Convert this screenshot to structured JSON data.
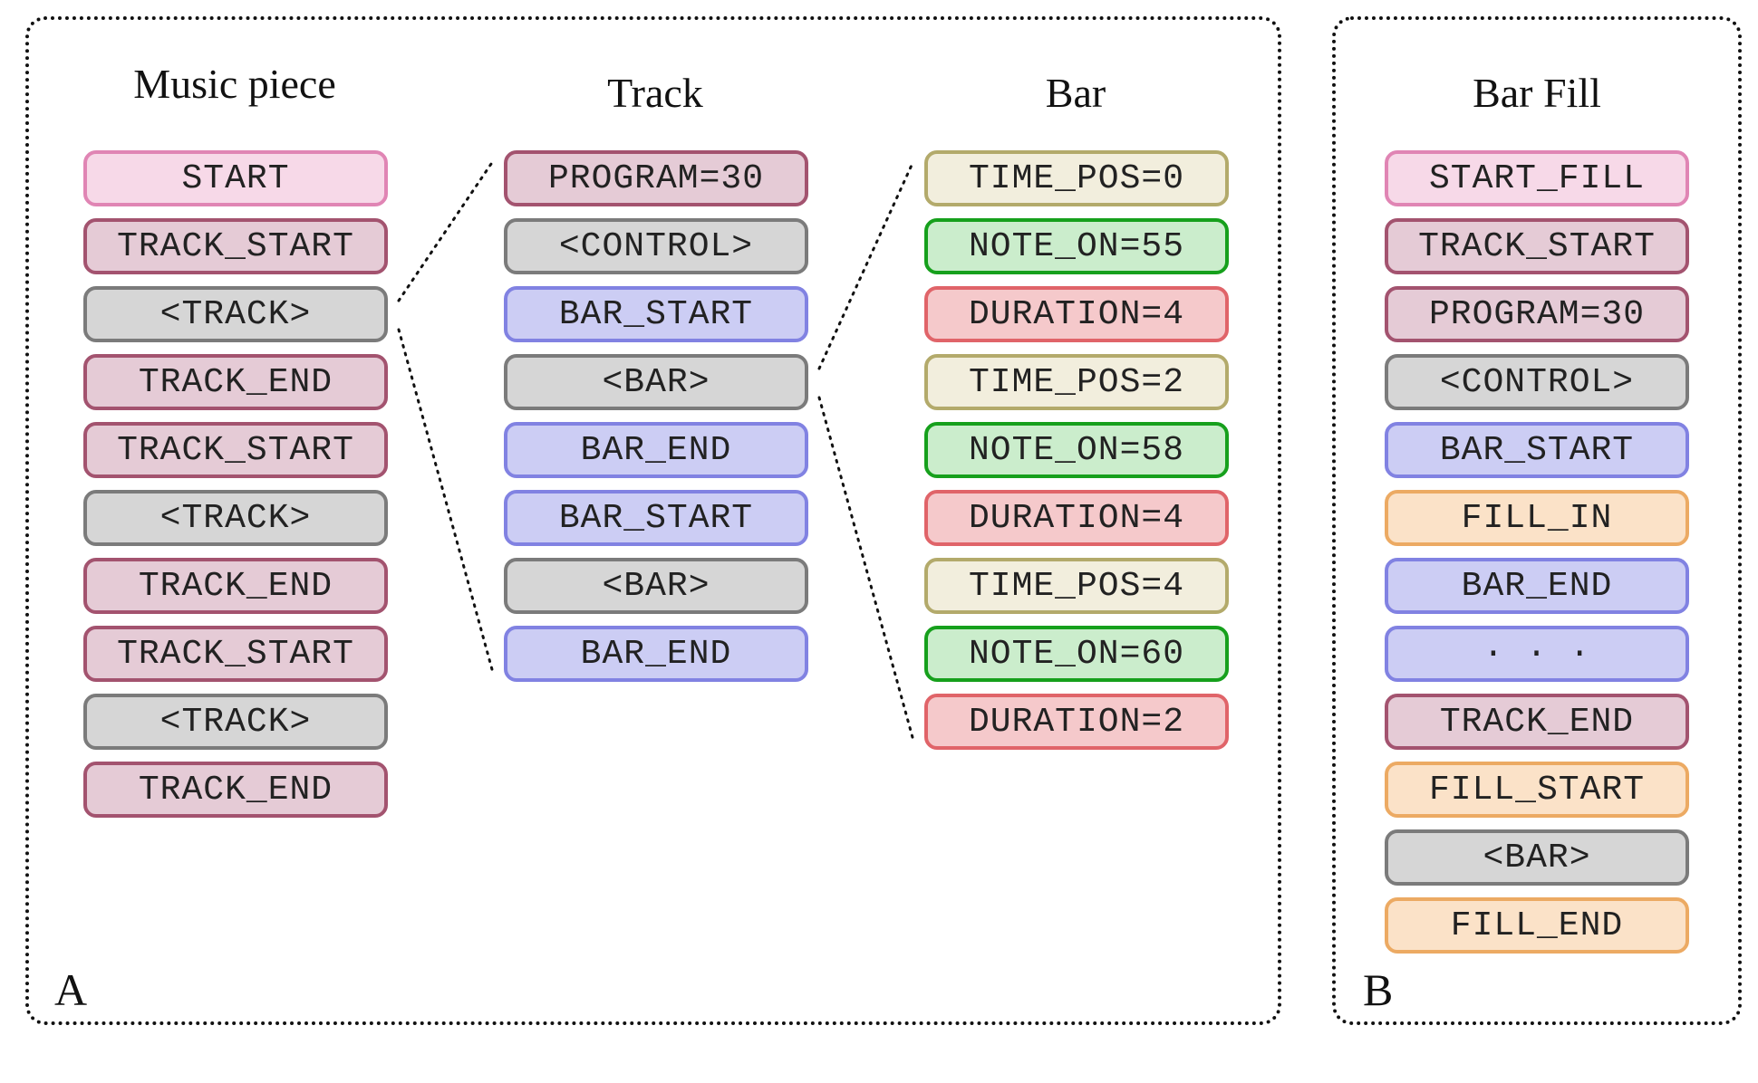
{
  "panels": [
    {
      "letter": "A"
    },
    {
      "letter": "B"
    }
  ],
  "columns": [
    {
      "title": "Music piece",
      "tokens": [
        {
          "label": "START",
          "kind": "start"
        },
        {
          "label": "TRACK_START",
          "kind": "track"
        },
        {
          "label": "<TRACK>",
          "kind": "placeholder"
        },
        {
          "label": "TRACK_END",
          "kind": "track"
        },
        {
          "label": "TRACK_START",
          "kind": "track"
        },
        {
          "label": "<TRACK>",
          "kind": "placeholder"
        },
        {
          "label": "TRACK_END",
          "kind": "track"
        },
        {
          "label": "TRACK_START",
          "kind": "track"
        },
        {
          "label": "<TRACK>",
          "kind": "placeholder"
        },
        {
          "label": "TRACK_END",
          "kind": "track"
        }
      ]
    },
    {
      "title": "Track",
      "tokens": [
        {
          "label": "PROGRAM=30",
          "kind": "track"
        },
        {
          "label": "<CONTROL>",
          "kind": "placeholder"
        },
        {
          "label": "BAR_START",
          "kind": "bar"
        },
        {
          "label": "<BAR>",
          "kind": "placeholder"
        },
        {
          "label": "BAR_END",
          "kind": "bar"
        },
        {
          "label": "BAR_START",
          "kind": "bar"
        },
        {
          "label": "<BAR>",
          "kind": "placeholder"
        },
        {
          "label": "BAR_END",
          "kind": "bar"
        }
      ]
    },
    {
      "title": "Bar",
      "tokens": [
        {
          "label": "TIME_POS=0",
          "kind": "time"
        },
        {
          "label": "NOTE_ON=55",
          "kind": "note"
        },
        {
          "label": "DURATION=4",
          "kind": "duration"
        },
        {
          "label": "TIME_POS=2",
          "kind": "time"
        },
        {
          "label": "NOTE_ON=58",
          "kind": "note"
        },
        {
          "label": "DURATION=4",
          "kind": "duration"
        },
        {
          "label": "TIME_POS=4",
          "kind": "time"
        },
        {
          "label": "NOTE_ON=60",
          "kind": "note"
        },
        {
          "label": "DURATION=2",
          "kind": "duration"
        }
      ]
    },
    {
      "title": "Bar Fill",
      "tokens": [
        {
          "label": "START_FILL",
          "kind": "start"
        },
        {
          "label": "TRACK_START",
          "kind": "track"
        },
        {
          "label": "PROGRAM=30",
          "kind": "track"
        },
        {
          "label": "<CONTROL>",
          "kind": "placeholder"
        },
        {
          "label": "BAR_START",
          "kind": "bar"
        },
        {
          "label": "FILL_IN",
          "kind": "fill"
        },
        {
          "label": "BAR_END",
          "kind": "bar"
        },
        {
          "label": "· · ·",
          "kind": "bar"
        },
        {
          "label": "TRACK_END",
          "kind": "track"
        },
        {
          "label": "FILL_START",
          "kind": "fill"
        },
        {
          "label": "<BAR>",
          "kind": "placeholder"
        },
        {
          "label": "FILL_END",
          "kind": "fill"
        }
      ]
    }
  ],
  "colors": {
    "start": {
      "fill": "#f7d9e8",
      "border": "#e085b4"
    },
    "track": {
      "fill": "#e5cbd6",
      "border": "#a3536f"
    },
    "placeholder": {
      "fill": "#d6d6d6",
      "border": "#7b7b7b"
    },
    "bar": {
      "fill": "#cccdf4",
      "border": "#8182e2"
    },
    "time": {
      "fill": "#f2eedd",
      "border": "#b3aa6b"
    },
    "note": {
      "fill": "#cbedcc",
      "border": "#16a01c"
    },
    "duration": {
      "fill": "#f5c9cb",
      "border": "#e06469"
    },
    "fill": {
      "fill": "#fbe2c8",
      "border": "#ecaa63"
    }
  },
  "connectors": [
    {
      "from_column": 0,
      "from_token": 2,
      "to_column": 1
    },
    {
      "from_column": 1,
      "from_token": 3,
      "to_column": 2
    }
  ]
}
